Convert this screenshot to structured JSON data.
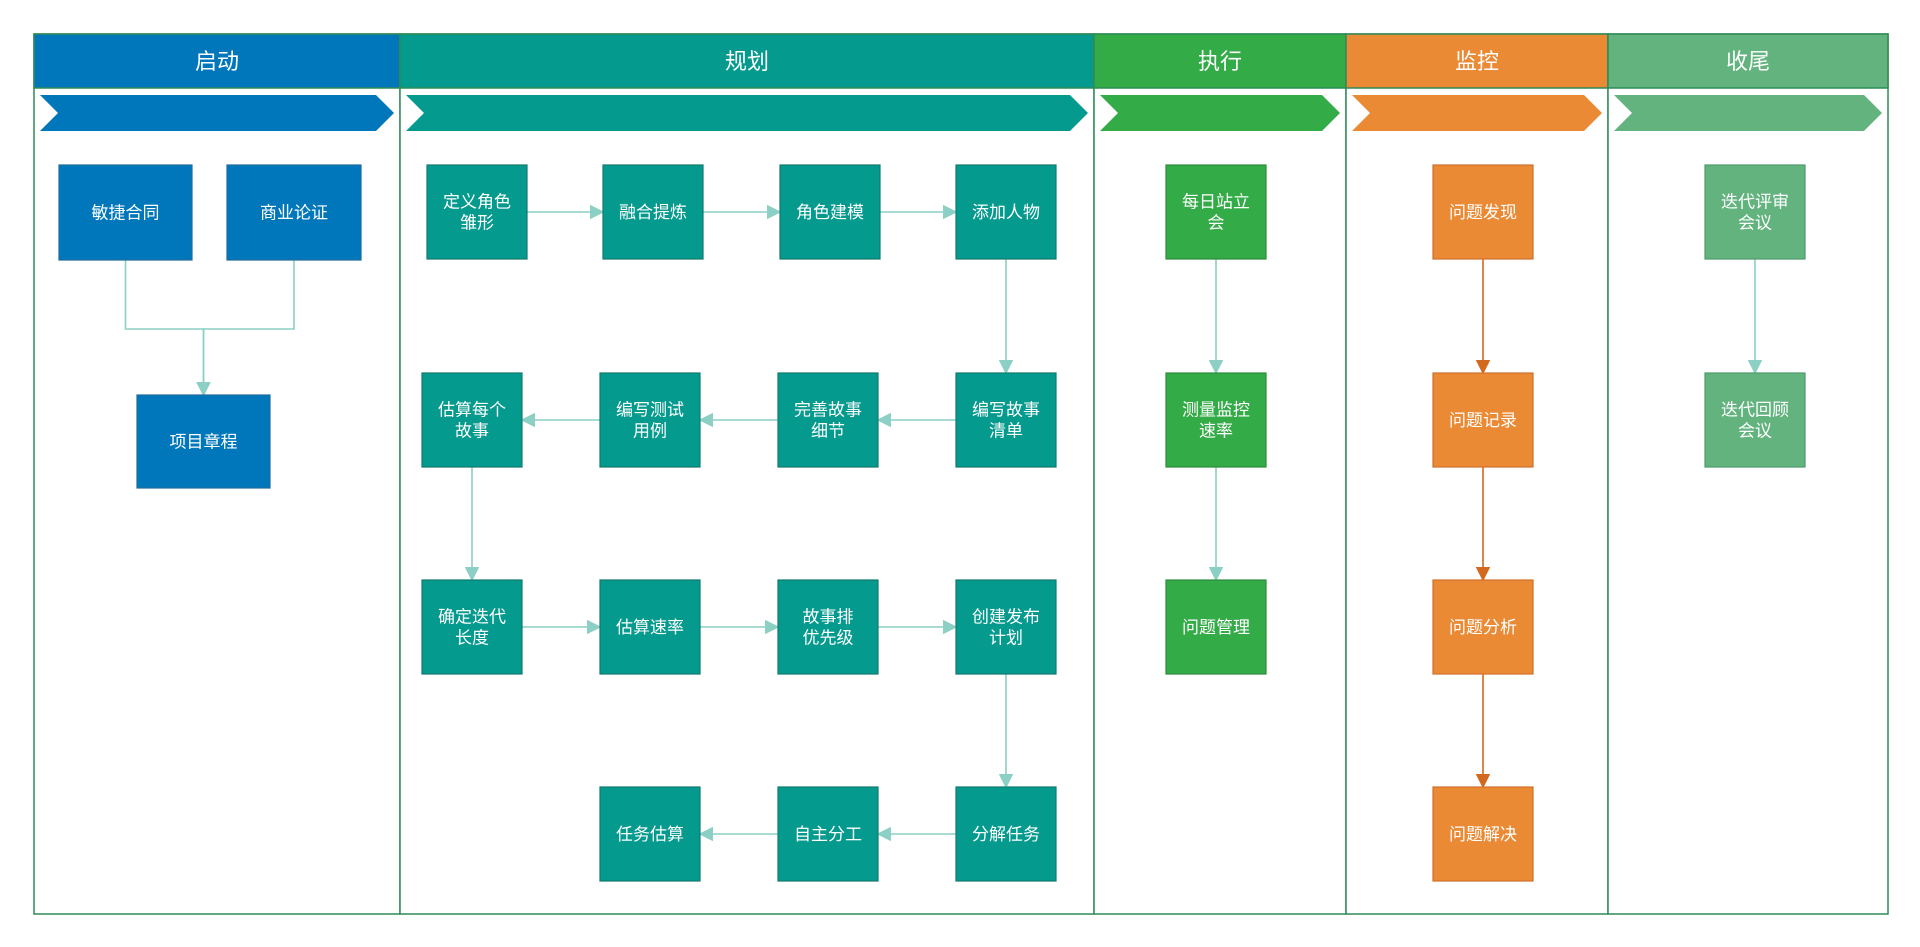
{
  "lanes": [
    {
      "id": "initiate",
      "title": "启动",
      "color": "#0077BB"
    },
    {
      "id": "plan",
      "title": "规划",
      "color": "#049A8E"
    },
    {
      "id": "execute",
      "title": "执行",
      "color": "#33AB47"
    },
    {
      "id": "monitor",
      "title": "监控",
      "color": "#EB8A35"
    },
    {
      "id": "close",
      "title": "收尾",
      "color": "#63B37F"
    }
  ],
  "nodes": {
    "agile_contract": {
      "lines": [
        "敏捷合同"
      ]
    },
    "business_case": {
      "lines": [
        "商业论证"
      ]
    },
    "project_charter": {
      "lines": [
        "项目章程"
      ]
    },
    "define_persona": {
      "lines": [
        "定义角色",
        "雏形"
      ]
    },
    "merge_refine": {
      "lines": [
        "融合提炼"
      ]
    },
    "role_modeling": {
      "lines": [
        "角色建模"
      ]
    },
    "add_people": {
      "lines": [
        "添加人物"
      ]
    },
    "estimate_each_story": {
      "lines": [
        "估算每个",
        "故事"
      ]
    },
    "write_test_cases": {
      "lines": [
        "编写测试",
        "用例"
      ]
    },
    "refine_story_details": {
      "lines": [
        "完善故事",
        "细节"
      ]
    },
    "write_story_list": {
      "lines": [
        "编写故事",
        "清单"
      ]
    },
    "iteration_length": {
      "lines": [
        "确定迭代",
        "长度"
      ]
    },
    "estimate_velocity": {
      "lines": [
        "估算速率"
      ]
    },
    "prioritize_stories": {
      "lines": [
        "故事排",
        "优先级"
      ]
    },
    "release_plan": {
      "lines": [
        "创建发布",
        "计划"
      ]
    },
    "task_estimate": {
      "lines": [
        "任务估算"
      ]
    },
    "self_assign": {
      "lines": [
        "自主分工"
      ]
    },
    "decompose_tasks": {
      "lines": [
        "分解任务"
      ]
    },
    "daily_standup": {
      "lines": [
        "每日站立",
        "会"
      ]
    },
    "measure_velocity": {
      "lines": [
        "测量监控",
        "速率"
      ]
    },
    "issue_management": {
      "lines": [
        "问题管理"
      ]
    },
    "issue_discovery": {
      "lines": [
        "问题发现"
      ]
    },
    "issue_record": {
      "lines": [
        "问题记录"
      ]
    },
    "issue_analysis": {
      "lines": [
        "问题分析"
      ]
    },
    "issue_resolution": {
      "lines": [
        "问题解决"
      ]
    },
    "iteration_review": {
      "lines": [
        "迭代评审",
        "会议"
      ]
    },
    "iteration_retro": {
      "lines": [
        "迭代回顾",
        "会议"
      ]
    }
  },
  "edges": [
    {
      "from": "agile_contract",
      "to": "project_charter"
    },
    {
      "from": "business_case",
      "to": "project_charter"
    },
    {
      "from": "define_persona",
      "to": "merge_refine"
    },
    {
      "from": "merge_refine",
      "to": "role_modeling"
    },
    {
      "from": "role_modeling",
      "to": "add_people"
    },
    {
      "from": "add_people",
      "to": "write_story_list"
    },
    {
      "from": "write_story_list",
      "to": "refine_story_details"
    },
    {
      "from": "refine_story_details",
      "to": "write_test_cases"
    },
    {
      "from": "write_test_cases",
      "to": "estimate_each_story"
    },
    {
      "from": "estimate_each_story",
      "to": "iteration_length"
    },
    {
      "from": "iteration_length",
      "to": "estimate_velocity"
    },
    {
      "from": "estimate_velocity",
      "to": "prioritize_stories"
    },
    {
      "from": "prioritize_stories",
      "to": "release_plan"
    },
    {
      "from": "release_plan",
      "to": "decompose_tasks"
    },
    {
      "from": "decompose_tasks",
      "to": "self_assign"
    },
    {
      "from": "self_assign",
      "to": "task_estimate"
    },
    {
      "from": "daily_standup",
      "to": "measure_velocity"
    },
    {
      "from": "measure_velocity",
      "to": "issue_management"
    },
    {
      "from": "issue_discovery",
      "to": "issue_record"
    },
    {
      "from": "issue_record",
      "to": "issue_analysis"
    },
    {
      "from": "issue_analysis",
      "to": "issue_resolution"
    },
    {
      "from": "iteration_review",
      "to": "iteration_retro"
    }
  ]
}
